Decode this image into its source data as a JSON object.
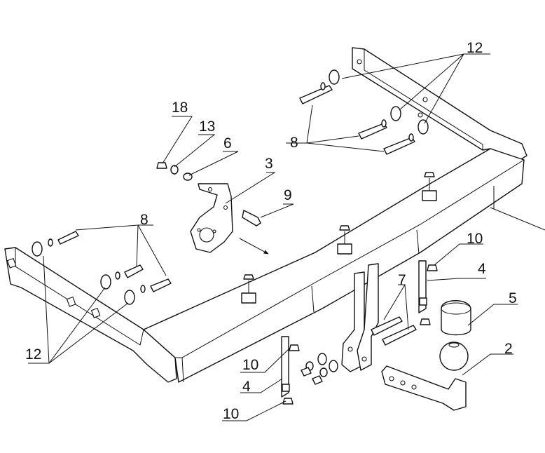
{
  "diagram": {
    "background": "#ffffff",
    "line_color": "#111111",
    "callouts": {
      "c18": "18",
      "c13": "13",
      "c6": "6",
      "c3": "3",
      "c9": "9",
      "c12_top": "12",
      "c8_top": "8",
      "c8_left": "8",
      "c12_bottom": "12",
      "c10_right": "10",
      "c4_right": "4",
      "c7": "7",
      "c5": "5",
      "c2": "2",
      "c10_mid": "10",
      "c4_mid": "4",
      "c10_bottom": "10"
    }
  }
}
